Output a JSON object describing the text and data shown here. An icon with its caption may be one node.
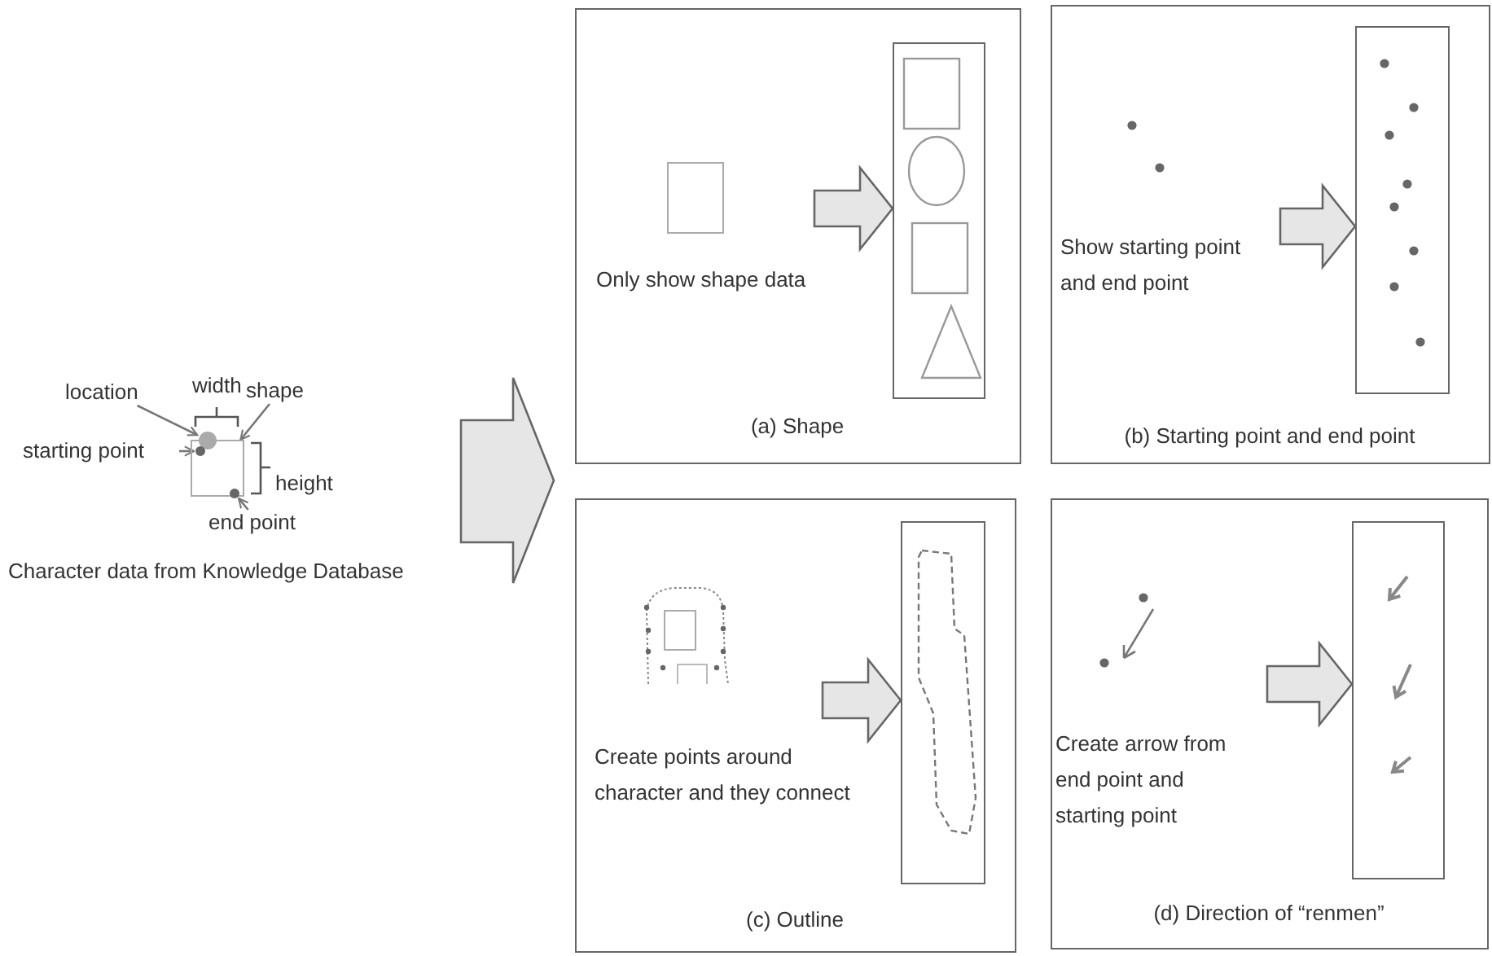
{
  "diagram": {
    "nodes": [
      {
        "text": [
          "location"
        ]
      },
      {
        "text": [
          "shape"
        ]
      },
      {
        "text": [
          "starting point"
        ]
      },
      {
        "text": [
          "end point"
        ]
      },
      {
        "text": [],
        "shape": "circle"
      },
      {
        "text": [],
        "shape": "box"
      },
      {
        "text": [],
        "shape": "circle",
        "in": 5
      },
      {
        "text": [],
        "shape": "circle",
        "in": 5
      },
      {
        "text": [
          "Only show shape data",
          "(a) Shape"
        ]
      },
      {
        "text": [],
        "shape": "box",
        "in": 8
      },
      {
        "text": [
          "Show starting point and end point",
          "(b) Starting point and end point"
        ]
      },
      {
        "text": [],
        "shape": "box",
        "in": 10
      },
      {
        "text": [
          "Create points around character and they connect",
          "(c) Outline"
        ]
      },
      {
        "text": [],
        "shape": "box",
        "in": 12
      },
      {
        "text": [
          "Create arrow from end point and starting point",
          "(d) Direction of “renmen”"
        ]
      },
      {
        "text": [],
        "shape": "box",
        "in": 14
      }
    ],
    "edges": [
      {
        "from": 0,
        "to": 4,
        "arrow": "to"
      },
      {
        "from": 1,
        "to": 5,
        "arrow": "to"
      },
      {
        "from": 2,
        "to": 6,
        "arrow": "to"
      },
      {
        "from": 3,
        "to": 7,
        "arrow": "to"
      },
      {
        "from": null,
        "to": 9,
        "arrow": "to",
        "style": "thick"
      },
      {
        "from": null,
        "to": 11,
        "arrow": "to",
        "style": "thick"
      },
      {
        "from": null,
        "to": 13,
        "arrow": "to",
        "style": "thick"
      },
      {
        "from": null,
        "to": 15,
        "arrow": "to",
        "style": "thick"
      }
    ],
    "labels": [
      "width",
      "height",
      "Character data from Knowledge Database"
    ]
  }
}
